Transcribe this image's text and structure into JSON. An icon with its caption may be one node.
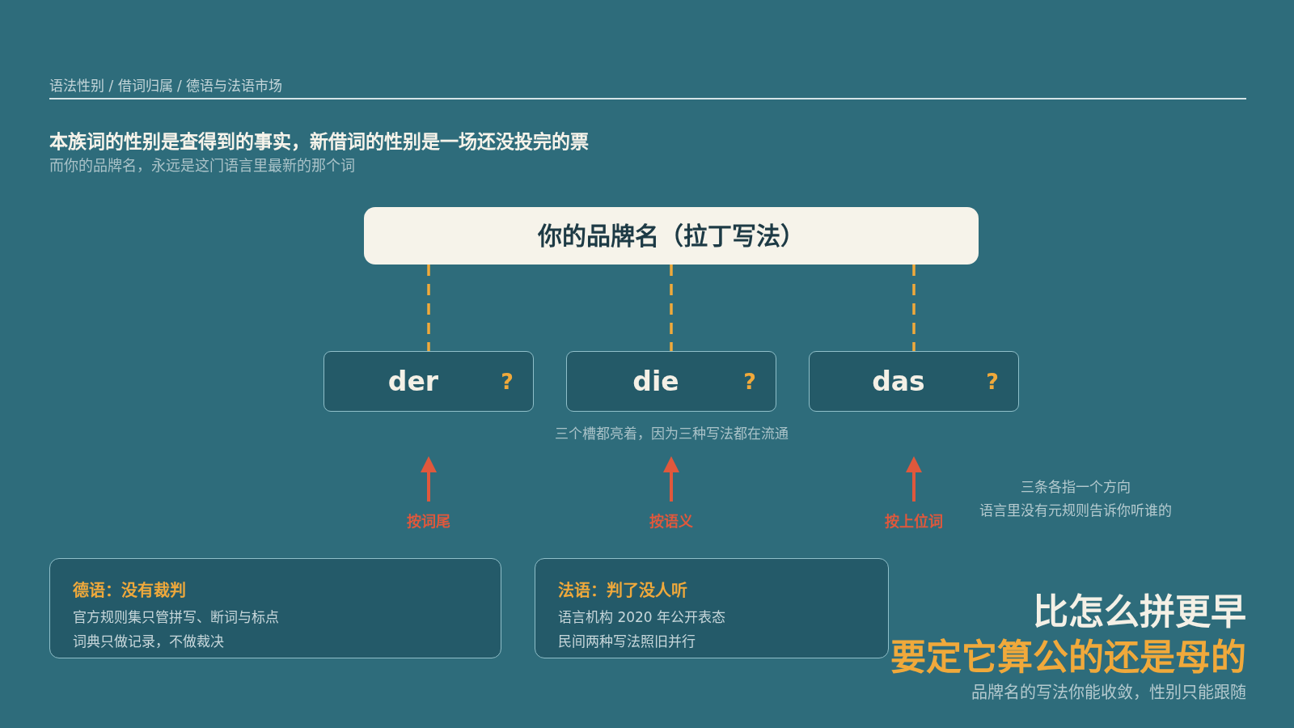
{
  "diagram": {
    "title": "本族词的性别是查得到的事实，新借词的性别是一场还没投完的票",
    "nodes": [
      {
        "text": [
          "你的品牌名（拉丁写法）"
        ]
      },
      {
        "text": [
          "der",
          "?"
        ]
      },
      {
        "text": [
          "die",
          "?"
        ]
      },
      {
        "text": [
          "das",
          "?"
        ]
      },
      {
        "text": [
          "按词尾"
        ]
      },
      {
        "text": [
          "按语义"
        ]
      },
      {
        "text": [
          "按上位词"
        ]
      },
      {
        "text": [
          "德语：没有裁判",
          "官方规则集只管拼写、断词与标点",
          "词典只做记录，不做裁决"
        ]
      },
      {
        "text": [
          "法语：判了没人听",
          "语言机构 2020 年公开表态",
          "民间两种写法照旧并行"
        ]
      }
    ],
    "edges": [
      {
        "from": 0,
        "to": 1,
        "arrow": "none",
        "style": "dashed",
        "color": "#f0a93b"
      },
      {
        "from": 0,
        "to": 2,
        "arrow": "none",
        "style": "dashed",
        "color": "#f0a93b"
      },
      {
        "from": 0,
        "to": 3,
        "arrow": "none",
        "style": "dashed",
        "color": "#f0a93b"
      },
      {
        "from": 4,
        "to": null,
        "arrow": "to",
        "color": "#e0583c"
      },
      {
        "from": 5,
        "to": null,
        "arrow": "to",
        "color": "#e0583c"
      },
      {
        "from": 6,
        "to": null,
        "arrow": "to",
        "color": "#e0583c"
      }
    ],
    "labels": [
      "语法性别 / 借词归属 / 德语与法语市场",
      "而你的品牌名，永远是这门语言里最新的那个词",
      "三个槽都亮着，因为三种写法都在流通",
      "三条各指一个方向",
      "语言里没有元规则告诉你听谁的",
      "比怎么拼更早",
      "要定它算公的还是母的",
      "品牌名的写法你能收敛，性别只能跟随"
    ]
  }
}
